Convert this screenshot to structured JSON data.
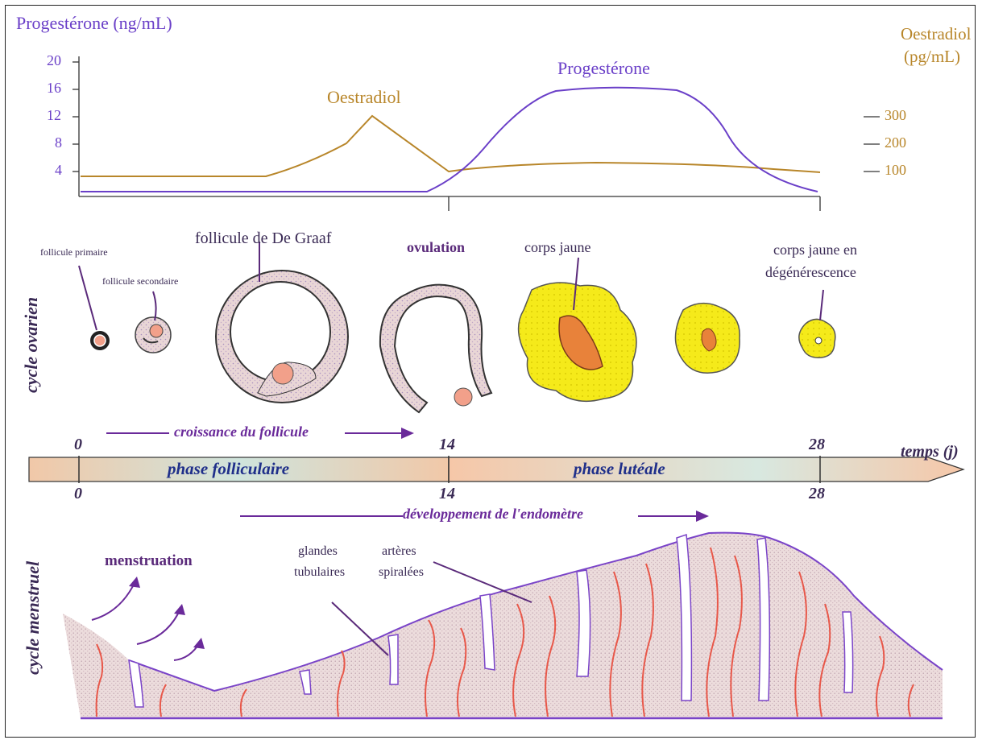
{
  "hormones": {
    "left_axis_title": "Progestérone (ng/mL)",
    "left_ticks": [
      "20",
      "16",
      "12",
      "8",
      "4"
    ],
    "right_axis_title_line1": "Oestradiol",
    "right_axis_title_line2": "(pg/mL)",
    "right_ticks": [
      "300",
      "200",
      "100"
    ],
    "curve_label_oestradiol": "Oestradiol",
    "curve_label_progesterone": "Progestérone"
  },
  "ovarian": {
    "side_label": "cycle ovarien",
    "follicule_primaire": "follicule primaire",
    "follicule_secondaire": "follicule secondaire",
    "follicule_de_graaf": "follicule de De Graaf",
    "ovulation": "ovulation",
    "corps_jaune": "corps jaune",
    "corps_jaune_deg_line1": "corps jaune en",
    "corps_jaune_deg_line2": "dégénérescence",
    "croissance": "croissance du follicule"
  },
  "timeline": {
    "top_ticks": [
      "0",
      "14",
      "28"
    ],
    "bottom_ticks": [
      "0",
      "14",
      "28"
    ],
    "temps": "temps (j)",
    "phase_folliculaire": "phase folliculaire",
    "phase_luteale": "phase lutéale"
  },
  "menstrual": {
    "side_label": "cycle menstruel",
    "developpement": "développement de l'endomètre",
    "menstruation": "menstruation",
    "glandes_line1": "glandes",
    "glandes_line2": "tubulaires",
    "arteres_line1": "artères",
    "arteres_line2": "spiralées"
  },
  "colors": {
    "purple": "#6a3fc8",
    "gold": "#b8862a",
    "yellow": "#f5ea1a",
    "orange": "#e8823a",
    "pink_tissue": "#e9d6d6",
    "artery_red": "#e8584a"
  }
}
